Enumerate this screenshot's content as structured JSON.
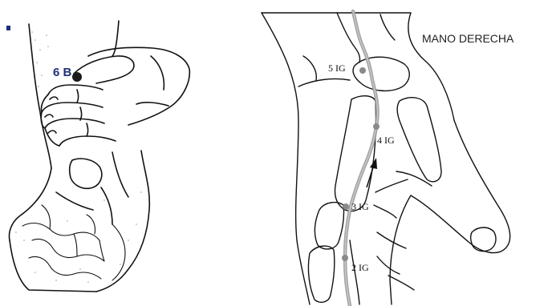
{
  "figure": {
    "left_panel": {
      "point_label": "6 B"
    },
    "right_panel": {
      "title": "MANO DERECHA",
      "point_labels": [
        "5 IG",
        "4 IG",
        "3 IG",
        "2 IG"
      ]
    }
  },
  "colors": {
    "line": "#111111",
    "meridian": "#9a9a9a",
    "point_marker": "#1a1a1a",
    "label_6b": "#1f2f7a",
    "background": "#ffffff"
  },
  "icons": [
    "arrow-up-icon"
  ]
}
